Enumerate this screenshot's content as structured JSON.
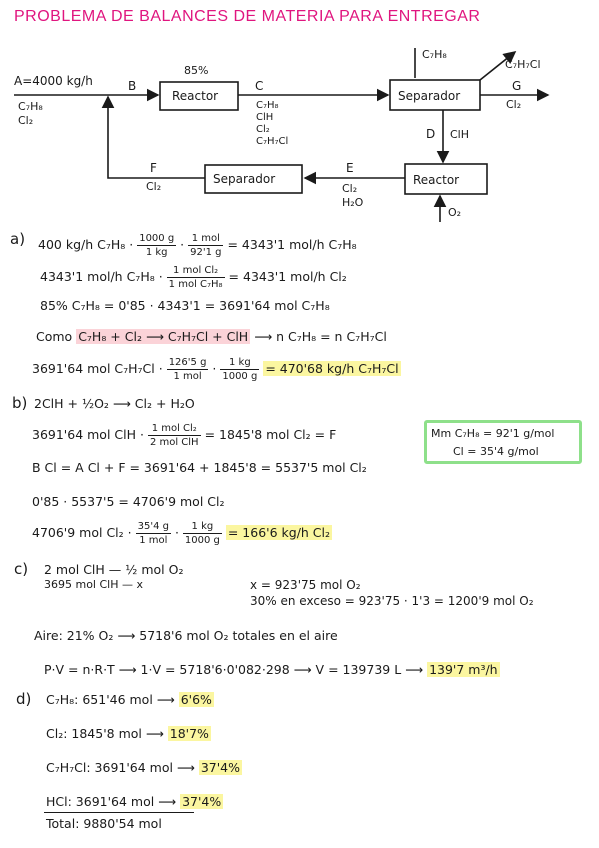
{
  "title": "PROBLEMA DE BALANCES DE MATERIA PARA ENTREGAR",
  "diagram": {
    "stream_a": "A=4000 kg/h",
    "stream_a_comp1": "C₇H₈",
    "stream_a_comp2": "Cl₂",
    "stream_b": "B",
    "reactor1": "Reactor",
    "conversion": "85%",
    "stream_c": "C",
    "stream_c_comp": [
      "C₇H₈",
      "ClH",
      "Cl₂",
      "C₇H₇Cl"
    ],
    "separator1": "Separador",
    "sep1_top": "C₇H₈",
    "sep1_out": "C₇H₇Cl",
    "stream_g": "G",
    "stream_g_comp": "Cl₂",
    "stream_d": "D",
    "stream_d_comp": "ClH",
    "reactor2": "Reactor",
    "o2_in": "O₂",
    "stream_e": "E",
    "stream_e_comp1": "Cl₂",
    "stream_e_comp2": "H₂O",
    "separator2": "Separador",
    "stream_f": "F",
    "stream_f_comp": "Cl₂"
  },
  "part_a": {
    "label": "a)",
    "l1_pre": "400 kg/h  C₇H₈ ·",
    "l1_f1n": "1000 g",
    "l1_f1d": "1 kg",
    "l1_f2n": "1 mol",
    "l1_f2d": "92'1 g",
    "l1_post": "= 4343'1 mol/h  C₇H₈",
    "l2_pre": "4343'1 mol/h  C₇H₈ ·",
    "l2_fn": "1 mol Cl₂",
    "l2_fd": "1 mol C₇H₈",
    "l2_post": "= 4343'1  mol/h Cl₂",
    "l3": "85%  C₇H₈ = 0'85 · 4343'1 = 3691'64 mol  C₇H₈",
    "l4_pre": "Como",
    "l4_hl": "C₇H₈ + Cl₂ ⟶ C₇H₇Cl + ClH",
    "l4_post": "⟶  n C₇H₈ = n C₇H₇Cl",
    "l5_pre": "3691'64  mol  C₇H₇Cl ·",
    "l5_f1n": "126'5 g",
    "l5_f1d": "1 mol",
    "l5_f2n": "1 kg",
    "l5_f2d": "1000 g",
    "l5_result": "= 470'68 kg/h  C₇H₇Cl"
  },
  "part_b": {
    "label": "b)",
    "l1": "2ClH + ½O₂ ⟶ Cl₂ + H₂O",
    "l2_pre": "3691'64 mol ClH ·",
    "l2_fn": "1 mol Cl₂",
    "l2_fd": "2 mol ClH",
    "l2_post": "= 1845'8 mol Cl₂ = F",
    "l3": "B Cl = A Cl + F = 3691'64 + 1845'8 = 5537'5 mol Cl₂",
    "l4": "0'85 · 5537'5 = 4706'9 mol Cl₂",
    "l5_pre": "4706'9 mol Cl₂ ·",
    "l5_f1n": "35'4 g",
    "l5_f1d": "1 mol",
    "l5_f2n": "1 kg",
    "l5_f2d": "1000 g",
    "l5_result": "= 166'6 kg/h Cl₂",
    "mm_label": "Mm",
    "mm_row1": "C₇H₈ = 92'1 g/mol",
    "mm_row2": "Cl = 35'4 g/mol"
  },
  "part_c": {
    "label": "c)",
    "l1": "2 mol ClH — ½ mol O₂",
    "l2": "3695 mol ClH — x",
    "l3": "x = 923'75 mol O₂",
    "l4": "30% en exceso = 923'75 · 1'3 = 1200'9 mol O₂",
    "l5": "Aire: 21% O₂  ⟶  5718'6 mol O₂ totales en el aire",
    "l6_pre": "P·V = n·R·T  ⟶  1·V = 5718'6·0'082·298  ⟶  V = 139739 L  ⟶",
    "l6_result": "139'7 m³/h"
  },
  "part_d": {
    "label": "d)",
    "rows": [
      {
        "text": "C₇H₈: 651'46 mol  ⟶",
        "pct": "6'6%"
      },
      {
        "text": "Cl₂: 1845'8 mol  ⟶",
        "pct": "18'7%"
      },
      {
        "text": "C₇H₇Cl: 3691'64 mol  ⟶",
        "pct": "37'4%"
      },
      {
        "text": "HCl: 3691'64 mol  ⟶",
        "pct": "37'4%"
      }
    ],
    "total": "Total: 9880'54 mol"
  },
  "colors": {
    "title": "#e0157f",
    "highlight": "#fbf6a0",
    "highlight_red": "#fbd3d8",
    "box": "#8ee08a"
  }
}
